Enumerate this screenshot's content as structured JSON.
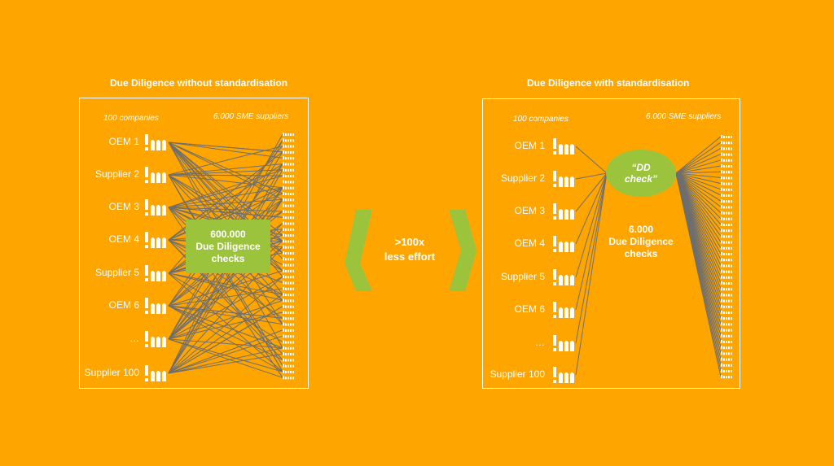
{
  "left": {
    "title": "Due Diligence without standardisation",
    "companies_header": "100 companies",
    "suppliers_header": "6.000 SME suppliers",
    "rows": [
      "OEM 1",
      "Supplier 2",
      "OEM 3",
      "OEM 4",
      "Supplier 5",
      "OEM 6",
      "…",
      "Supplier 100"
    ],
    "box_lines": [
      "600.000",
      "Due Diligence",
      "checks"
    ]
  },
  "center": {
    "lines": [
      ">100x",
      "less effort"
    ]
  },
  "right": {
    "title": "Due Diligence with standardisation",
    "companies_header": "100 companies",
    "suppliers_header": "6.000 SME suppliers",
    "rows": [
      "OEM 1",
      "Supplier 2",
      "OEM 3",
      "OEM 4",
      "Supplier 5",
      "OEM 6",
      "…",
      "Supplier 100"
    ],
    "hub_lines": [
      "“DD",
      "check”"
    ],
    "count_lines": [
      "6.000",
      "Due Diligence",
      "checks"
    ]
  },
  "colors": {
    "background": "#FFA500",
    "accent_green": "#9BC33C",
    "line_gray": "#6E6E6E",
    "white": "#FFFFFF"
  },
  "icons": {
    "company": "factory-icon",
    "supplier": "small-factory-icon",
    "left_chevron": "chevron-left-icon",
    "right_chevron": "chevron-right-icon"
  }
}
